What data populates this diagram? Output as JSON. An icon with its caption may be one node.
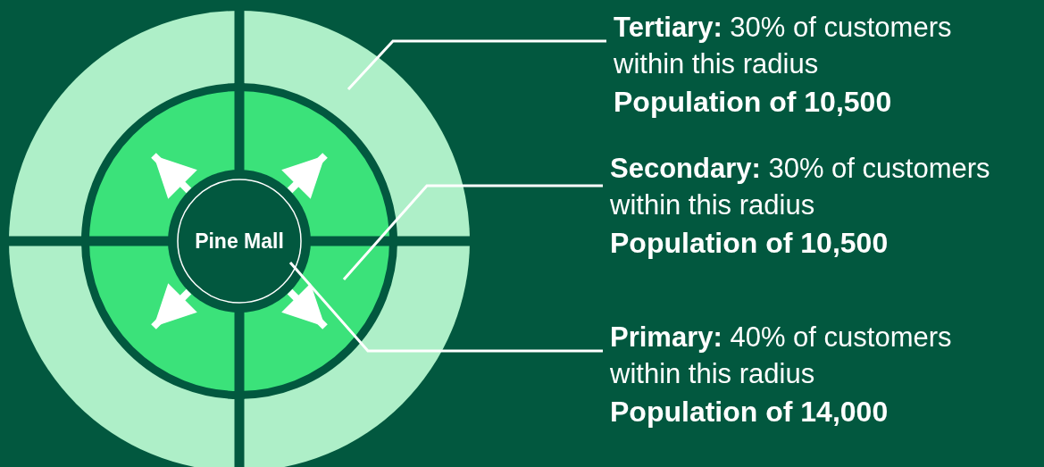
{
  "diagram": {
    "nodes": [
      {
        "text": [],
        "shape": "circle"
      },
      {
        "text": [],
        "shape": "circle",
        "in": 0
      },
      {
        "text": [
          "Pine Mall"
        ],
        "in": 1
      },
      {
        "text": [
          "**Tertiary:** 30% of customers within this radius",
          "Population of 10,500"
        ]
      },
      {
        "text": [
          "**Secondary:** 30% of customers within this radius",
          "Population of 10,500"
        ]
      },
      {
        "text": [
          "**Primary:** 40% of customers within this radius",
          "Population of 14,000"
        ]
      }
    ],
    "edges": [
      {
        "from": 2,
        "to": null,
        "arrow": "to"
      },
      {
        "from": 2,
        "to": null,
        "arrow": "to"
      },
      {
        "from": 2,
        "to": null,
        "arrow": "to"
      },
      {
        "from": 2,
        "to": null,
        "arrow": "to"
      },
      {
        "from": 3,
        "to": 0,
        "arrow": "none"
      },
      {
        "from": 4,
        "to": 1,
        "arrow": "none"
      },
      {
        "from": 5,
        "to": 2,
        "arrow": "none"
      }
    ]
  }
}
